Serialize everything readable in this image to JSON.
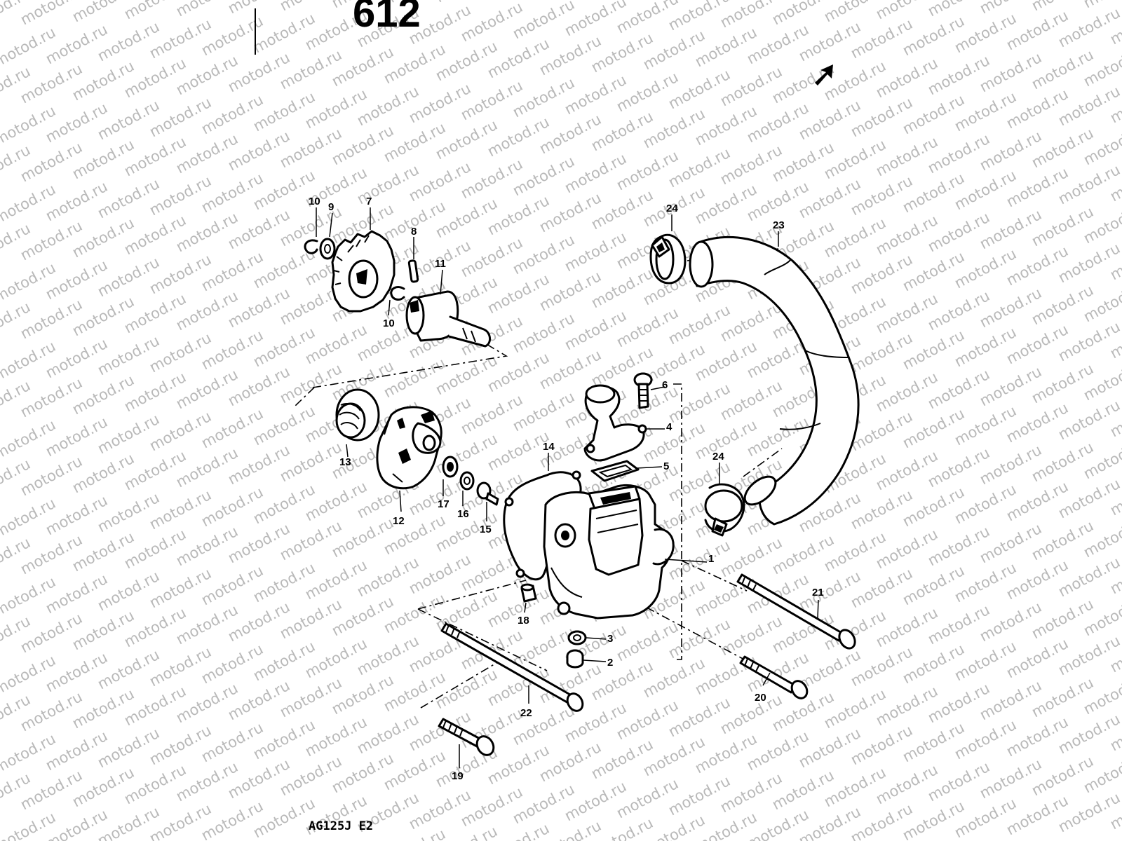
{
  "page_number": "612",
  "model_code": "AG125J E2",
  "watermark": "motod.ru",
  "parts": [
    {
      "id": "p1",
      "number": "1"
    },
    {
      "id": "p2",
      "number": "2"
    },
    {
      "id": "p3",
      "number": "3"
    },
    {
      "id": "p4",
      "number": "4"
    },
    {
      "id": "p5",
      "number": "5"
    },
    {
      "id": "p6",
      "number": "6"
    },
    {
      "id": "p7",
      "number": "7"
    },
    {
      "id": "p8",
      "number": "8"
    },
    {
      "id": "p9",
      "number": "9"
    },
    {
      "id": "p10a",
      "number": "10"
    },
    {
      "id": "p10b",
      "number": "10"
    },
    {
      "id": "p11",
      "number": "11"
    },
    {
      "id": "p12",
      "number": "12"
    },
    {
      "id": "p13",
      "number": "13"
    },
    {
      "id": "p14",
      "number": "14"
    },
    {
      "id": "p15",
      "number": "15"
    },
    {
      "id": "p16",
      "number": "16"
    },
    {
      "id": "p17",
      "number": "17"
    },
    {
      "id": "p18",
      "number": "18"
    },
    {
      "id": "p19",
      "number": "19"
    },
    {
      "id": "p20",
      "number": "20"
    },
    {
      "id": "p21",
      "number": "21"
    },
    {
      "id": "p22",
      "number": "22"
    },
    {
      "id": "p23",
      "number": "23"
    },
    {
      "id": "p24a",
      "number": "24"
    },
    {
      "id": "p24b",
      "number": "24"
    }
  ],
  "icons": {
    "direction_arrow": "front-direction-arrow-icon"
  }
}
